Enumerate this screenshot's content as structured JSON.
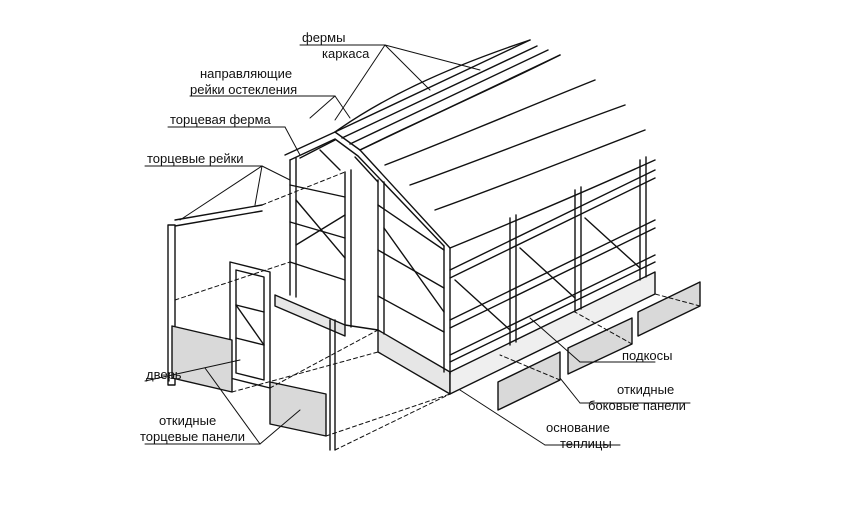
{
  "labels": {
    "fermy_line1": "фермы",
    "fermy_line2": "каркаса",
    "rails_line1": "направляющие",
    "rails_line2": "рейки остекления",
    "end_truss": "торцевая ферма",
    "end_rails": "торцевые рейки",
    "door": "дверь",
    "end_panels_line1": "откидные",
    "end_panels_line2": "торцевые панели",
    "braces": "подкосы",
    "side_panels_line1": "откидные",
    "side_panels_line2": "боковые панели",
    "base_line1": "основание",
    "base_line2": "теплицы"
  },
  "colors": {
    "ink": "#111111",
    "wood": "#d9d9d9",
    "background": "#ffffff"
  }
}
